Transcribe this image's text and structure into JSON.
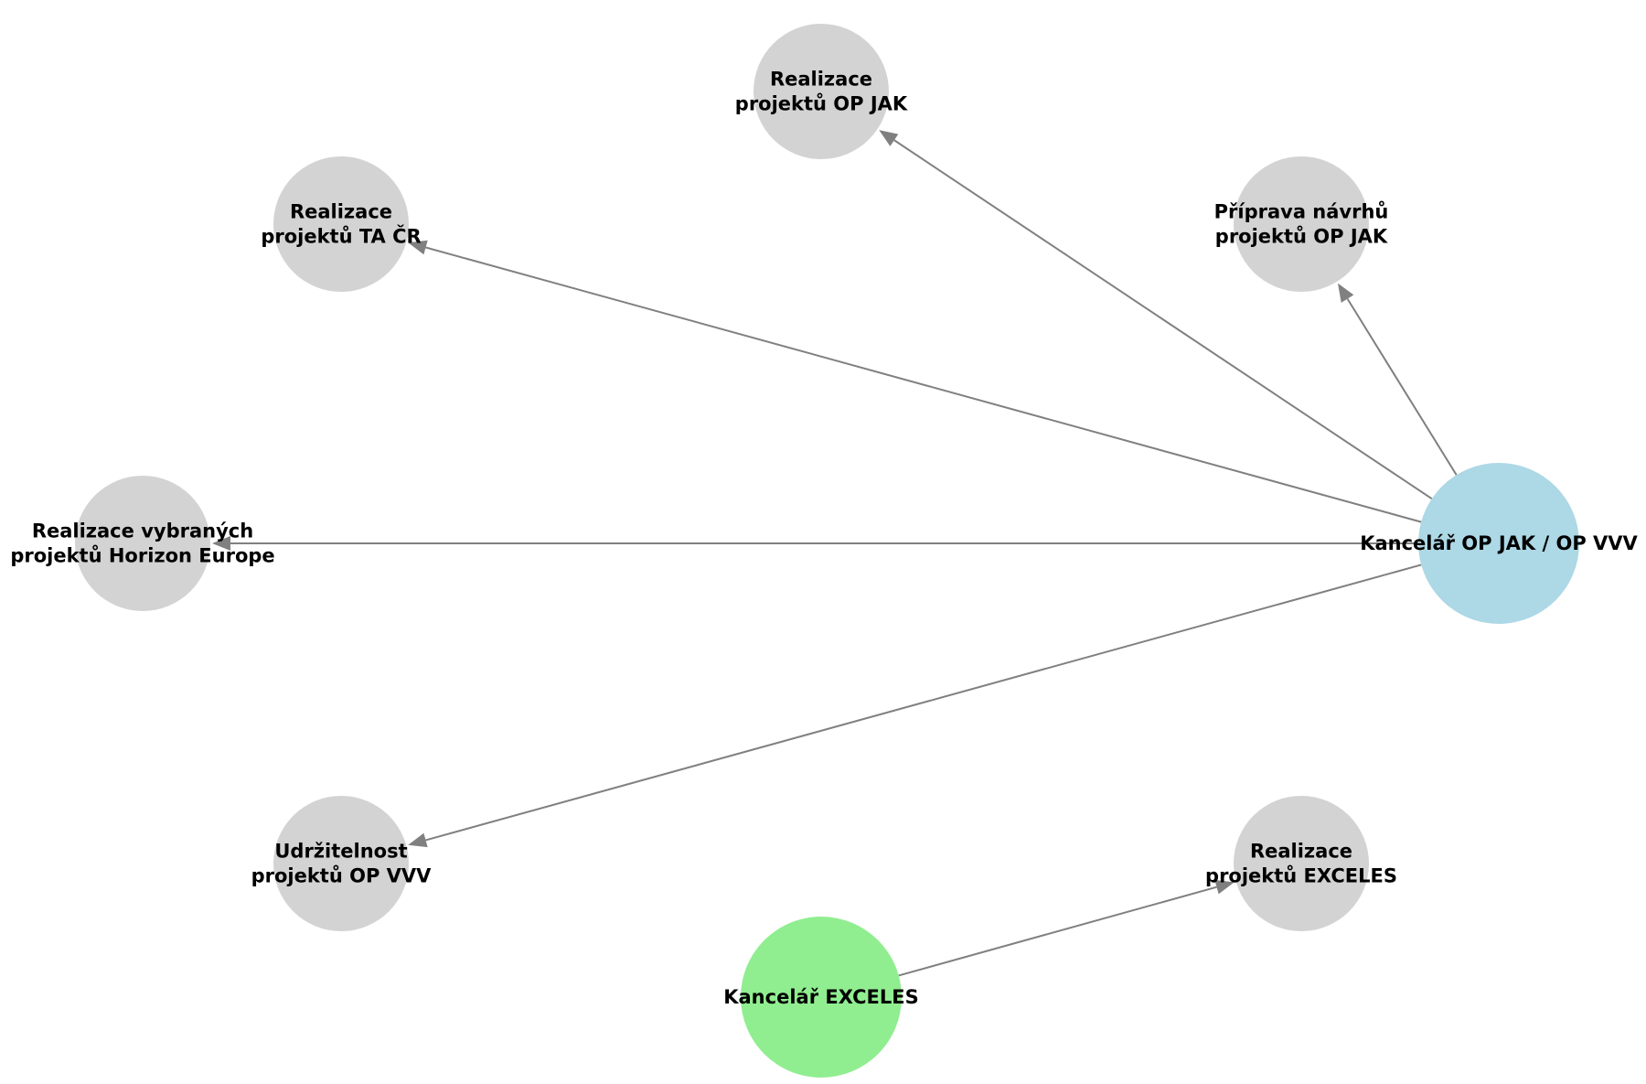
{
  "colors": {
    "default_node": "#d3d3d3",
    "hub_node": "#add8e6",
    "exceles_node": "#90ee90",
    "edge": "#808080",
    "label": "#000000"
  },
  "nodes": [
    {
      "id": "kancelar-op-jak",
      "lines": [
        "Kancelář OP JAK / OP VVV"
      ],
      "color_key": "hub_node"
    },
    {
      "id": "kancelar-exceles",
      "lines": [
        "Kancelář EXCELES"
      ],
      "color_key": "exceles_node"
    },
    {
      "id": "realizace-op-jak",
      "lines": [
        "Realizace",
        "projektů OP JAK"
      ],
      "color_key": "default_node"
    },
    {
      "id": "realizace-ta-cr",
      "lines": [
        "Realizace",
        "projektů TA ČR"
      ],
      "color_key": "default_node"
    },
    {
      "id": "priprava-op-jak",
      "lines": [
        "Příprava návrhů",
        "projektů OP JAK"
      ],
      "color_key": "default_node"
    },
    {
      "id": "realizace-horizon",
      "lines": [
        "Realizace vybraných",
        "projektů Horizon Europe"
      ],
      "color_key": "default_node"
    },
    {
      "id": "udrzitelnost-op-vvv",
      "lines": [
        "Udržitelnost",
        "projektů OP VVV"
      ],
      "color_key": "default_node"
    },
    {
      "id": "realizace-exceles",
      "lines": [
        "Realizace",
        "projektů EXCELES"
      ],
      "color_key": "default_node"
    }
  ],
  "edges": [
    {
      "from": "kancelar-op-jak",
      "to": "realizace-op-jak"
    },
    {
      "from": "kancelar-op-jak",
      "to": "realizace-ta-cr"
    },
    {
      "from": "kancelar-op-jak",
      "to": "priprava-op-jak"
    },
    {
      "from": "kancelar-op-jak",
      "to": "realizace-horizon"
    },
    {
      "from": "kancelar-op-jak",
      "to": "udrzitelnost-op-vvv"
    },
    {
      "from": "kancelar-exceles",
      "to": "realizace-exceles"
    }
  ]
}
